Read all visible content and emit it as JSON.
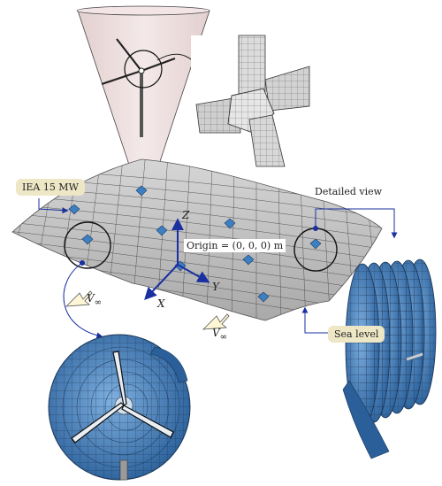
{
  "labels": {
    "turbine_model": "IEA 15 MW",
    "detailed_view": "Detailed view",
    "sea_level": "Sea level",
    "origin": "Origin = (0, 0, 0) m",
    "axis_x": "X",
    "axis_y": "Y",
    "axis_z": "Z",
    "freestream_symbol": "V",
    "freestream_subscript": "∞"
  },
  "colors": {
    "label_background": "#eee7c6",
    "wake_blue": "#3d7fc1",
    "connector": "#1a2fa0",
    "cone_fill": "#efdcdc",
    "mesh": "#555555"
  }
}
